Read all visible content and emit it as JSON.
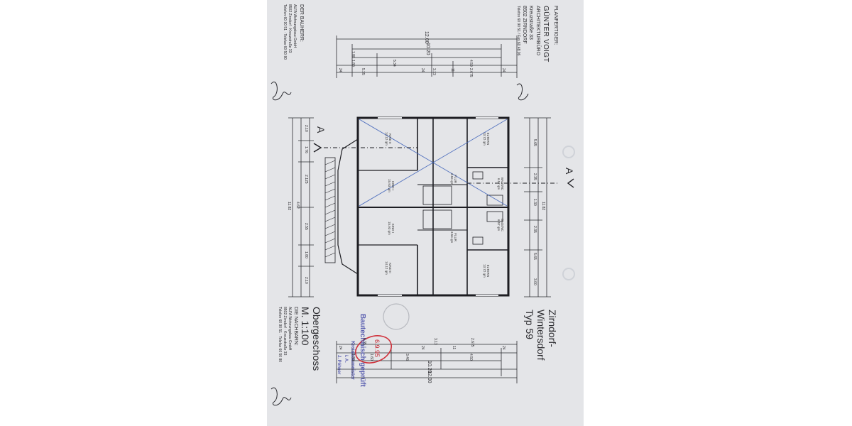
{
  "planner": {
    "heading": "PLANFERTIGER:",
    "name": "GÜNTER VOIGT",
    "office": "ARCHITEKTURBÜRO",
    "street": "Kreuzstraße 33",
    "city": "8502 ZIRNDORF",
    "phone": "Telefon 60 90 51 / Fax 60 48 06"
  },
  "builder": {
    "heading": "DER BAUHERR:",
    "name": "ALFA Wohnungsbau GmbH",
    "street": "8502 Zirndorf · Kreuzstraße 33",
    "phone": "Telefon 60 90 51 · Telefax 60 50 80"
  },
  "neighbors": {
    "heading": "DIE NACHBARN:",
    "name": "ALFA Wohnungsbau GmbH",
    "street": "8502 Zirndorf · Kreuzstraße 33",
    "phone": "Telefon 60 90 51 · Telefax 60 50 80"
  },
  "project": {
    "line1": "Zirndorf-",
    "line2": "Wintersdorf",
    "line3": "Typ 59"
  },
  "drawing": {
    "floor": "Obergeschoss",
    "scale": "M. 1:100",
    "section_mark": "A"
  },
  "stamp": {
    "line1": "Bautechnisch geprüft",
    "line2": "Kreisbaumeister",
    "line3": "J. Pöhner",
    "line4": "i. A.",
    "handwritten": "6.9.95"
  },
  "top_dims": {
    "overall": "12.00",
    "inner": "10.20",
    "segments": [
      "1.80",
      "1.80",
      "5.34",
      "4.59"
    ],
    "small": [
      "24",
      "5.35",
      "24",
      "3.13",
      "11",
      "2.675",
      "24"
    ]
  },
  "bottom_dims": {
    "overall": "12.00",
    "inner": "10.20",
    "segments": [
      "1.80",
      "1.60",
      "3.46",
      "4.50"
    ],
    "small": [
      "24",
      "6.35",
      "24",
      "3.13",
      "11",
      "2.675",
      "24"
    ]
  },
  "side_dims": {
    "overall": "11.82",
    "left": [
      "2.10",
      "1.76",
      "2.125",
      "4.62",
      "2.55",
      "1.80",
      "2.10"
    ],
    "right": [
      "5.65",
      "2.35",
      "1.30",
      "2.35",
      "5.65",
      "3.00"
    ]
  },
  "rooms": [
    {
      "name": "KIND II",
      "area": "14.12 qm"
    },
    {
      "name": "ELTERN",
      "area": "13.72 qm"
    },
    {
      "name": "FLUR",
      "area": "3.56 qm"
    },
    {
      "name": "BAD/WC",
      "area": "6.57 qm"
    },
    {
      "name": "KIND I",
      "area": "15.93 qm"
    },
    {
      "name": "KIND I",
      "area": "15.93 qm"
    },
    {
      "name": "FLUR",
      "area": "3.56 qm"
    },
    {
      "name": "BAD/WC",
      "area": "6.57 qm"
    },
    {
      "name": "KIND II",
      "area": "14.12 qm"
    },
    {
      "name": "ELTERN",
      "area": "13.72 qm"
    }
  ]
}
